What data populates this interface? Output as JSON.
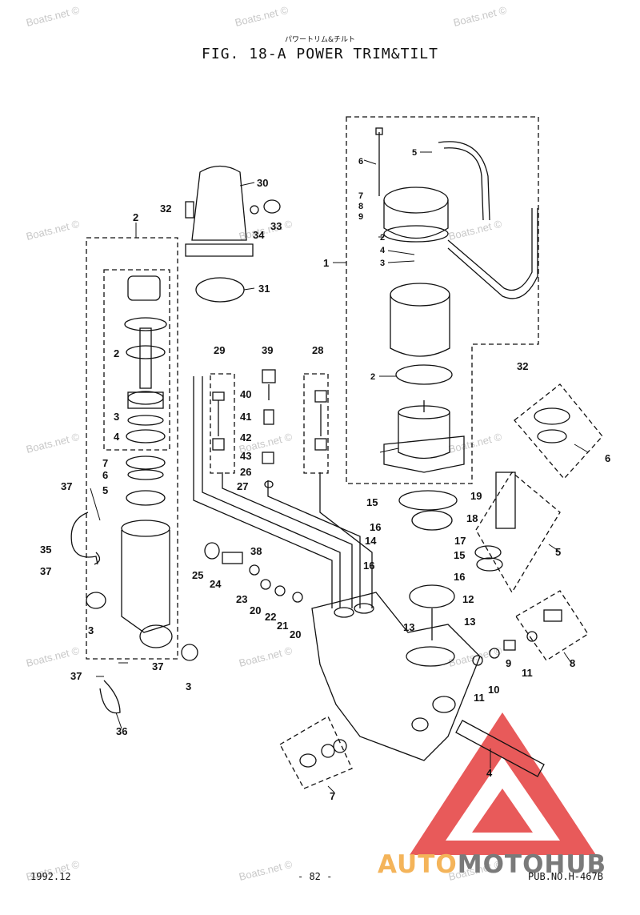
{
  "header": {
    "subtitle_jp": "パワートリム&チルト",
    "title": "FIG. 18-A POWER TRIM&TILT"
  },
  "watermark": "Boats.net ©",
  "footer": {
    "date": "1992.12",
    "page": "- 82 -",
    "pub": "PUB.NO.H-467B"
  },
  "logo": {
    "part1": "AUTO",
    "part2": "MOTO",
    "part3": "HUB"
  },
  "callouts": [
    "1",
    "2",
    "3",
    "4",
    "5",
    "6",
    "7",
    "8",
    "9",
    "10",
    "11",
    "12",
    "13",
    "14",
    "15",
    "16",
    "17",
    "18",
    "19",
    "20",
    "21",
    "22",
    "23",
    "24",
    "25",
    "26",
    "27",
    "28",
    "29",
    "30",
    "31",
    "32",
    "33",
    "34",
    "35",
    "36",
    "37",
    "38",
    "39",
    "40",
    "41",
    "42",
    "43"
  ]
}
